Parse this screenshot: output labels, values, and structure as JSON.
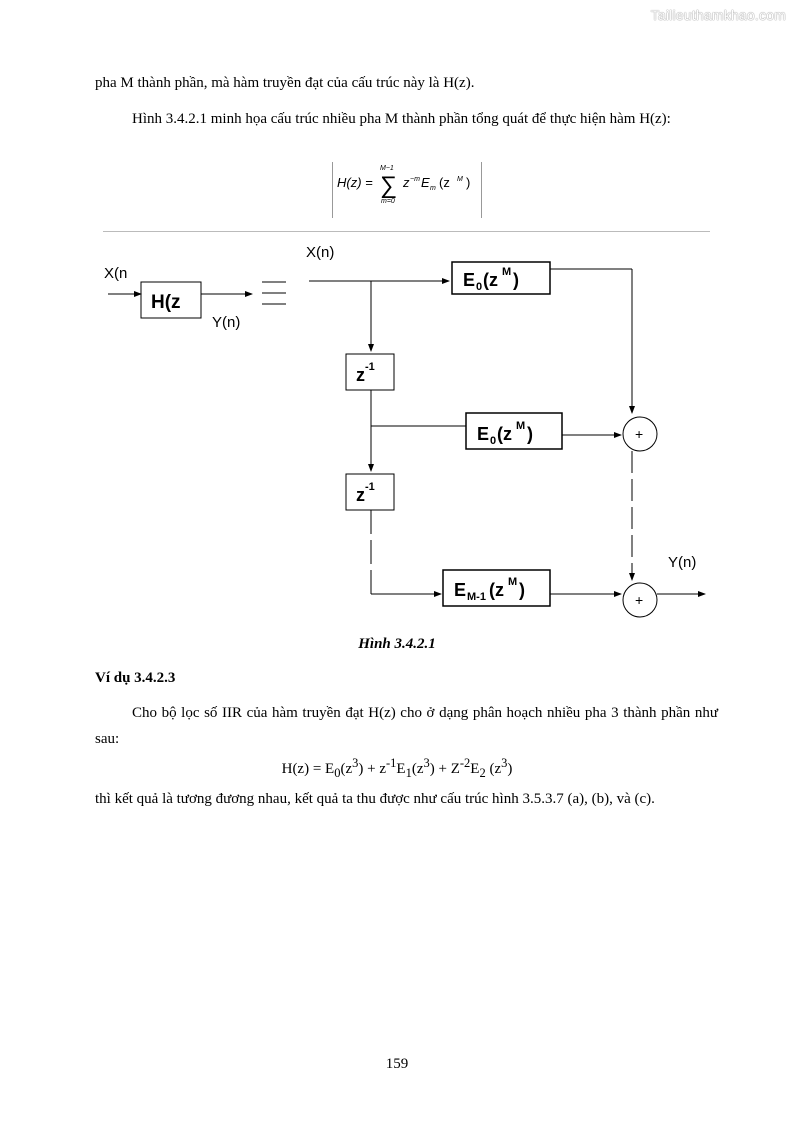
{
  "watermark": "Tailieuthamkhao.com",
  "para1": "pha M thành phần, mà hàm truyền đạt của cấu trúc này là H(z).",
  "para2": "Hình 3.4.2.1 minh họa cấu trúc nhiều pha M thành phần tổng quát để thực hiện hàm H(z):",
  "formula": {
    "lhs": "H(z) =",
    "sum_upper": "M−1",
    "sum_symbol": "∑",
    "sum_lower": "m=0",
    "term_z": "z",
    "term_z_exp": "−m",
    "term_E": "E",
    "term_E_sub": "m",
    "term_arg": "(z",
    "term_arg_exp": "M",
    "term_close": ")"
  },
  "diagram": {
    "input_label": "X(n",
    "filter_label": "H(z",
    "filter_output": "Y(n)",
    "xn_label": "X(n)",
    "delay_base": "z",
    "delay_exp": "-1",
    "branch_e": "E",
    "branch_sub_first": "0",
    "branch_sub_last": "M-1",
    "branch_arg": "(z",
    "branch_arg_exp": "M",
    "branch_close": ")",
    "adder_symbol": "+",
    "output_label": "Y(n)"
  },
  "caption": "Hình 3.4.2.1",
  "example_heading": "Ví dụ 3.4.2.3",
  "para3": "Cho bộ lọc số IIR của hàm truyền đạt H(z) cho ở dạng phân hoạch nhiều pha 3 thành phần như sau:",
  "equation": {
    "lhs": "H(z) = E",
    "s0": "0",
    "a0": "(z",
    "e0": "3",
    "c0": ") + z",
    "zexp1": "-1",
    "E1": "E",
    "s1": "1",
    "a1": "(z",
    "e1": "3",
    "c1": ") + Z",
    "zexp2": "-2",
    "E2": "E",
    "s2": "2",
    "a2": " (z",
    "e2": "3",
    "c2": ")"
  },
  "para4": "thì kết quả là tương đương nhau, kết quả ta thu được như cấu trúc hình 3.5.3.7 (a), (b), và (c).",
  "page_number": "159"
}
